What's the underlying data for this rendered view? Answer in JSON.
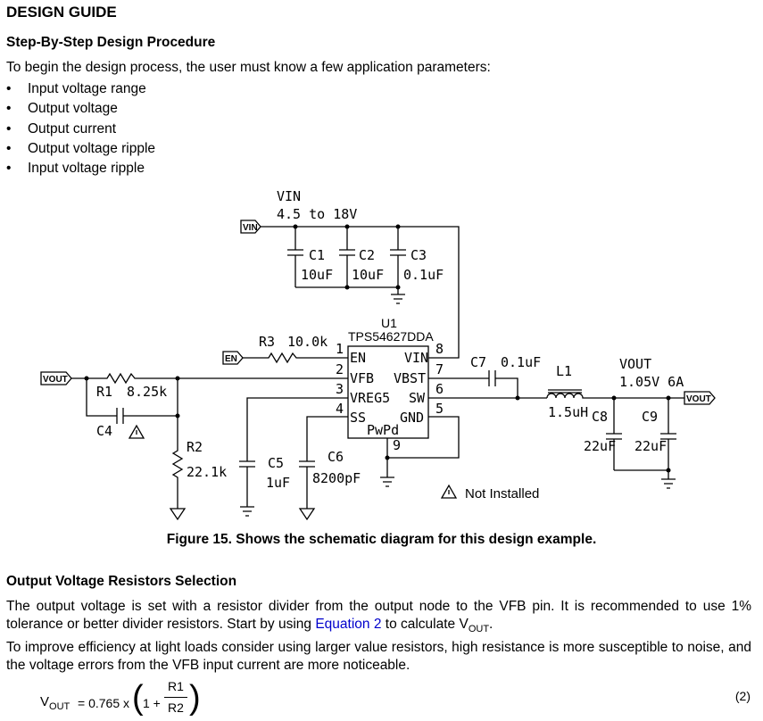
{
  "section_title": "DESIGN GUIDE",
  "subsection_title": "Step-By-Step Design Procedure",
  "intro_text": "To begin the design process, the user must know a few application parameters:",
  "bullet_symbol": "•",
  "parameters": [
    "Input voltage range",
    "Output voltage",
    "Output current",
    "Output voltage ripple",
    "Input voltage ripple"
  ],
  "schematic": {
    "vin_label": "VIN",
    "vin_range": "4.5 to 18V",
    "vin_port": "VIN",
    "en_port": "EN",
    "vout_in_port": "VOUT",
    "vout_out_port": "VOUT",
    "c1_name": "C1",
    "c1_value": "10uF",
    "c2_name": "C2",
    "c2_value": "10uF",
    "c3_name": "C3",
    "c3_value": "0.1uF",
    "u1_name": "U1",
    "u1_part": "TPS54627DDA",
    "r3_name": "R3",
    "r3_value": "10.0k",
    "r1_name": "R1",
    "r1_value": "8.25k",
    "c4_name": "C4",
    "r2_name": "R2",
    "r2_value": "22.1k",
    "c5_name": "C5",
    "c5_value": "1uF",
    "c6_name": "C6",
    "c6_value": "8200pF",
    "c7_name": "C7",
    "c7_value": "0.1uF",
    "l1_name": "L1",
    "l1_value": "1.5uH",
    "c8_name": "C8",
    "c8_value": "22uF",
    "c9_name": "C9",
    "c9_value": "22uF",
    "vout_label": "VOUT",
    "vout_spec": "1.05V 6A",
    "pins": {
      "p1_num": "1",
      "p1_name": "EN",
      "p2_num": "2",
      "p2_name": "VFB",
      "p3_num": "3",
      "p3_name": "VREG5",
      "p4_num": "4",
      "p4_name": "SS",
      "p5_num": "5",
      "p5_name": "GND",
      "p6_num": "6",
      "p6_name": "SW",
      "p7_num": "7",
      "p7_name": "VBST",
      "p8_num": "8",
      "p8_name": "VIN",
      "p9_num": "9",
      "pad_name": "PwPd"
    },
    "not_installed_note": "Not Installed"
  },
  "figure_caption": "Figure 15.  Shows the schematic diagram for this design example.",
  "subsection2_title": "Output Voltage Resistors Selection",
  "para1_a": "The output voltage is set with a resistor divider from the output node to the VFB pin. It is recommended to use 1% tolerance or better divider resistors. Start by using ",
  "para1_link": "Equation 2",
  "para1_b": " to calculate V",
  "para1_sub": "OUT",
  "para1_c": ".",
  "para2": "To improve efficiency at light loads consider using larger value resistors, high resistance is more susceptible to noise, and the voltage errors from the VFB input current are more noticeable.",
  "equation": {
    "lhs_main": "V",
    "lhs_sub": "OUT",
    "equals_coef": "= 0.765 x",
    "one_plus": "1 +",
    "numerator": "R1",
    "denominator": "R2",
    "number": "(2)"
  }
}
